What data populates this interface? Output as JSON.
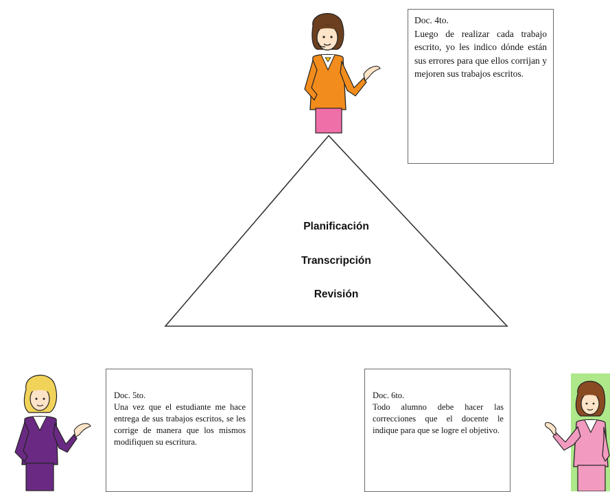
{
  "triangle": {
    "stages": [
      "Planificación",
      "Transcripción",
      "Revisión"
    ]
  },
  "notes": {
    "doc4": {
      "heading": "Doc. 4to.",
      "text": "Luego de realizar cada trabajo escrito, yo les indico dónde están sus errores para que ellos corrijan y mejoren sus trabajos escritos."
    },
    "doc5": {
      "heading": "Doc. 5to.",
      "text": "Una vez que el estudiante me hace entrega de sus trabajos escritos, se les corrige de manera que los mismos modifiquen su escritura."
    },
    "doc6": {
      "heading": "Doc. 6to.",
      "text": "Todo alumno debe hacer las correcciones que el docente le indique para que se logre el objetivo."
    }
  },
  "figures": {
    "teacher_top": {
      "icon": "teacher-orange-icon",
      "jacket": "#f28c1c",
      "skirt": "#ef6fa8"
    },
    "teacher_left": {
      "icon": "teacher-purple-icon",
      "jacket": "#6a2a83",
      "skirt": "#6a2a83"
    },
    "teacher_right": {
      "icon": "teacher-pink-icon",
      "jacket": "#f29ac0",
      "skirt": "#f29ac0",
      "background": "#aee88a"
    }
  }
}
